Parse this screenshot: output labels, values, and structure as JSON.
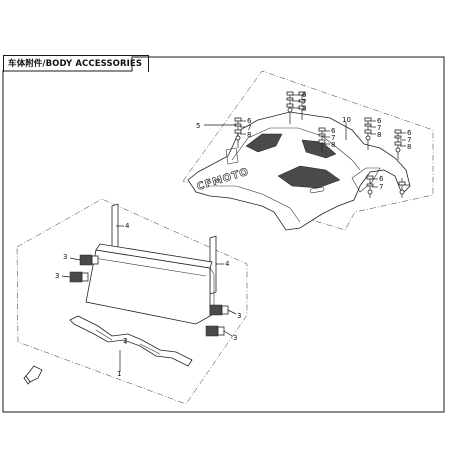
{
  "title": "车体附件/BODY ACCESSORIES",
  "brand_text": "CFMOTO",
  "callouts": {
    "c1": "1",
    "c2": "2",
    "c3a": "3",
    "c3b": "3",
    "c3c": "3",
    "c3d": "3",
    "c4a": "4",
    "c4b": "4",
    "c5": "5",
    "c6a": "6",
    "c6b": "6",
    "c6c": "6",
    "c6d": "6",
    "c6e": "6",
    "c6f": "6",
    "c7a": "7",
    "c7b": "7",
    "c7c": "7",
    "c7d": "7",
    "c7e": "7",
    "c7f": "7",
    "c8a": "8",
    "c8b": "8",
    "c8c": "8",
    "c8d": "8",
    "c8e": "8",
    "c10": "10"
  },
  "icons": {
    "front_arrow": "front-direction-arrow-icon"
  }
}
